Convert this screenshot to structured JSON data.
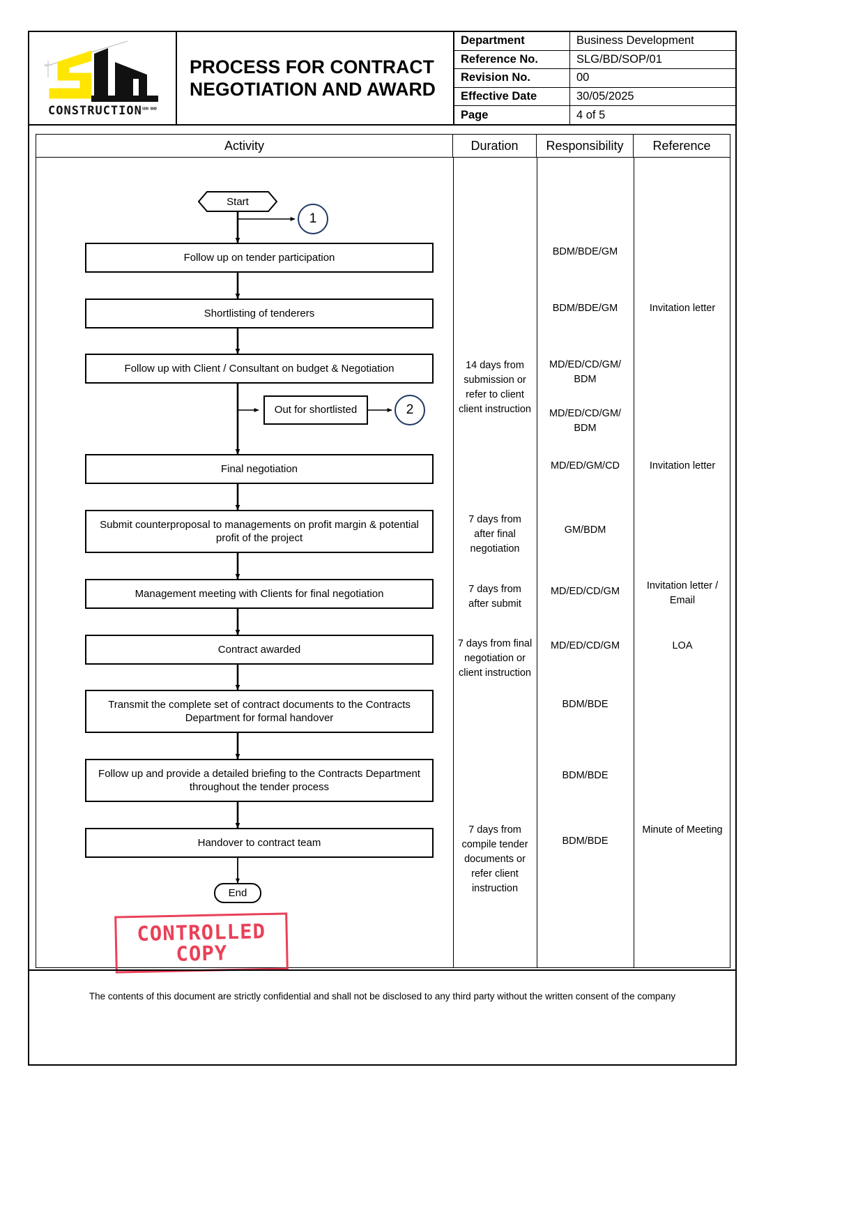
{
  "header": {
    "logo": {
      "brand": "SLG",
      "subtitle": "CONSTRUCTION",
      "subtitle_mark": "SDN BHD",
      "yellow": "#FFE600",
      "black": "#111111"
    },
    "title": "PROCESS FOR CONTRACT NEGOTIATION AND AWARD",
    "meta": [
      {
        "key": "Department",
        "value": "Business Development"
      },
      {
        "key": "Reference No.",
        "value": "SLG/BD/SOP/01"
      },
      {
        "key": "Revision No.",
        "value": "00"
      },
      {
        "key": "Effective Date",
        "value": "30/05/2025"
      },
      {
        "key": "Page",
        "value": "4 of 5"
      }
    ]
  },
  "table": {
    "columns": [
      "Activity",
      "Duration",
      "Responsibility",
      "Reference"
    ]
  },
  "flow": {
    "start_label": "Start",
    "end_label": "End",
    "connector_1": "1",
    "connector_2": "2",
    "nodes": [
      {
        "id": "n1",
        "label": "Follow up on tender participation"
      },
      {
        "id": "n2",
        "label": "Shortlisting of tenderers"
      },
      {
        "id": "n3",
        "label": "Follow up with Client / Consultant on budget & Negotiation"
      },
      {
        "id": "n4",
        "label": "Out for shortlisted"
      },
      {
        "id": "n5",
        "label": "Final negotiation"
      },
      {
        "id": "n6",
        "label": "Submit counterproposal to managements on profit margin & potential profit of the project"
      },
      {
        "id": "n7",
        "label": "Management meeting with Clients for final negotiation"
      },
      {
        "id": "n8",
        "label": "Contract awarded"
      },
      {
        "id": "n9",
        "label": "Transmit the complete set of contract documents to the Contracts Department for formal handover"
      },
      {
        "id": "n10",
        "label": "Follow up and provide a detailed briefing to the Contracts Department throughout the tender process"
      },
      {
        "id": "n11",
        "label": "Handover to contract team"
      }
    ]
  },
  "duration": [
    {
      "id": "d1",
      "text": "14 days from submission or refer to client client instruction"
    },
    {
      "id": "d2",
      "text": "7 days from after final negotiation"
    },
    {
      "id": "d3",
      "text": "7 days from after submit"
    },
    {
      "id": "d4",
      "text": "7 days from final negotiation or client instruction"
    },
    {
      "id": "d5",
      "text": "7 days from compile tender documents or refer client instruction"
    }
  ],
  "responsibility": [
    {
      "id": "r1",
      "text": "BDM/BDE/GM"
    },
    {
      "id": "r2",
      "text": "BDM/BDE/GM"
    },
    {
      "id": "r3",
      "text": "MD/ED/CD/GM/ BDM"
    },
    {
      "id": "r4",
      "text": "MD/ED/CD/GM/ BDM"
    },
    {
      "id": "r5",
      "text": "MD/ED/GM/CD"
    },
    {
      "id": "r6",
      "text": "GM/BDM"
    },
    {
      "id": "r7",
      "text": "MD/ED/CD/GM"
    },
    {
      "id": "r8",
      "text": "MD/ED/CD/GM"
    },
    {
      "id": "r9",
      "text": "BDM/BDE"
    },
    {
      "id": "r10",
      "text": "BDM/BDE"
    },
    {
      "id": "r11",
      "text": "BDM/BDE"
    }
  ],
  "reference": [
    {
      "id": "f1",
      "text": "Invitation letter"
    },
    {
      "id": "f2",
      "text": "Invitation letter"
    },
    {
      "id": "f3",
      "text": "Invitation letter / Email"
    },
    {
      "id": "f4",
      "text": "LOA"
    },
    {
      "id": "f5",
      "text": "Minute of Meeting"
    }
  ],
  "stamp": {
    "line1": "CONTROLLED",
    "line2": "COPY",
    "color": "#e8314a"
  },
  "footer": {
    "text": "The contents of this document are strictly confidential and shall not be disclosed to any third party without the written consent of the company"
  }
}
